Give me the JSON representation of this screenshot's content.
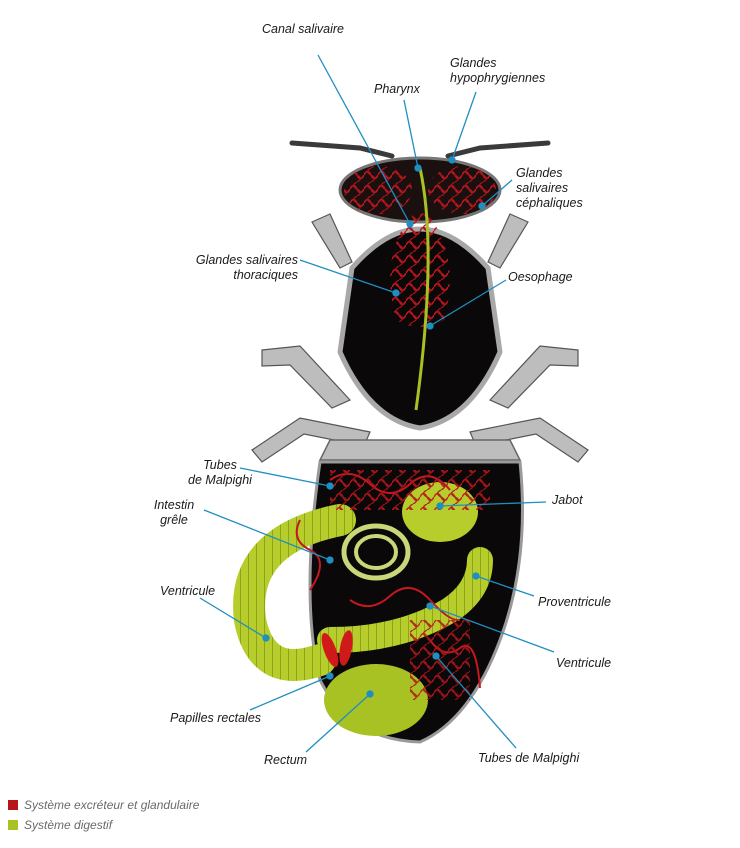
{
  "colors": {
    "excretory": "#b8151b",
    "digestive": "#a8c123",
    "leader": "#1e8fc0",
    "body": "#0a0808",
    "shell": "#b9b9b9"
  },
  "labels": {
    "canal_salivaire": "Canal salivaire",
    "pharynx": "Pharynx",
    "glandes_hypo_1": "Glandes",
    "glandes_hypo_2": "hypophrygiennes",
    "glandes_ceph_1": "Glandes",
    "glandes_ceph_2": "salivaires",
    "glandes_ceph_3": "céphaliques",
    "glandes_thor_1": "Glandes salivaires",
    "glandes_thor_2": "thoraciques",
    "oesophage": "Oesophage",
    "tubes_top_1": "Tubes",
    "tubes_top_2": "de Malpighi",
    "jabot": "Jabot",
    "intestin_1": "Intestin",
    "intestin_2": "grêle",
    "ventricule_left": "Ventricule",
    "proventricule": "Proventricule",
    "ventricule_right": "Ventricule",
    "papilles": "Papilles rectales",
    "rectum": "Rectum",
    "tubes_bottom": "Tubes de Malpighi"
  },
  "legend": [
    {
      "text": "Système excréteur et glandulaire",
      "color": "#b8151b"
    },
    {
      "text": "Système digestif",
      "color": "#a8c123"
    }
  ]
}
